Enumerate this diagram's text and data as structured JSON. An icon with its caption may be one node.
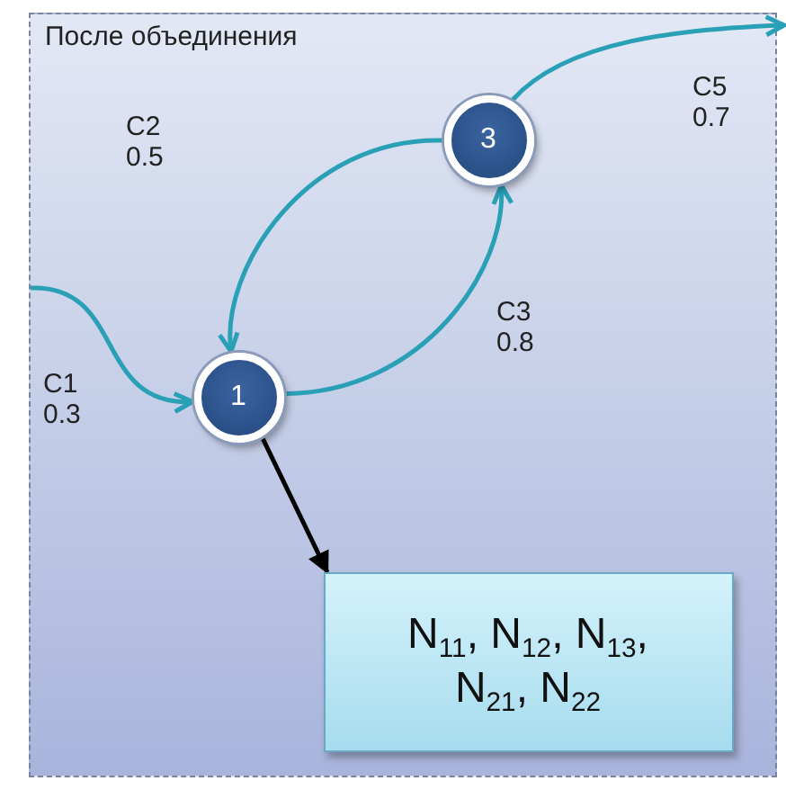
{
  "diagram": {
    "nodes": [
      {
        "text": [
          "После объединения"
        ]
      },
      {
        "text": [
          "3"
        ],
        "in": 0
      },
      {
        "text": [
          "1"
        ],
        "in": 0
      },
      {
        "text": [
          "N$_{11}$, N$_{12}$, N$_{13}$, N$_{21}$, N$_{22}$"
        ],
        "in": 0
      }
    ],
    "edges": [
      {
        "from": null,
        "to": 2,
        "arrow": "to",
        "label": "C1 0.3"
      },
      {
        "from": 1,
        "to": 2,
        "arrow": "to",
        "label": "C2 0.5"
      },
      {
        "from": 2,
        "to": 1,
        "arrow": "to",
        "label": "C3 0.8"
      },
      {
        "from": 1,
        "to": null,
        "arrow": "to",
        "label": "C5 0.7"
      },
      {
        "from": 2,
        "to": 3,
        "arrow": "to",
        "color": "#000000"
      }
    ]
  }
}
